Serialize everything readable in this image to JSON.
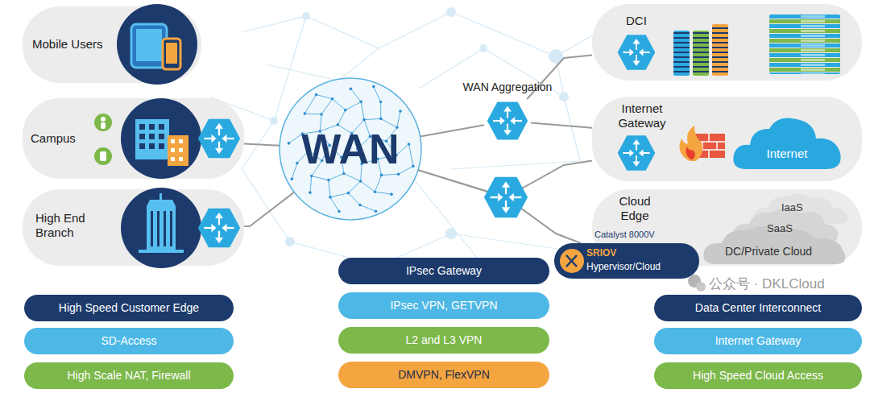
{
  "diagram": {
    "nodes": [
      {
        "text": [
          "Mobile Users"
        ]
      },
      {
        "text": [
          "Campus"
        ]
      },
      {
        "text": [
          "High End Branch"
        ]
      },
      {
        "text": [
          "WAN"
        ]
      },
      {
        "text": [
          "WAN Aggregation"
        ]
      },
      {
        "text": [
          "DCI"
        ]
      },
      {
        "text": [
          "Internet Gateway"
        ]
      },
      {
        "text": [
          "Internet"
        ],
        "in": 6
      },
      {
        "text": [
          "Cloud Edge"
        ]
      },
      {
        "text": [
          "IaaS",
          "SaaS",
          "DC/Private Cloud"
        ],
        "in": 8
      },
      {
        "text": [
          "Catalyst 8000V",
          "SRIOV",
          "Hypervisor/Cloud"
        ]
      },
      {
        "text": [
          "High Speed Customer Edge"
        ]
      },
      {
        "text": [
          "SD-Access"
        ]
      },
      {
        "text": [
          "High Scale NAT, Firewall"
        ]
      },
      {
        "text": [
          "IPsec Gateway"
        ]
      },
      {
        "text": [
          "IPsec VPN, GETVPN"
        ]
      },
      {
        "text": [
          "L2 and L3 VPN"
        ]
      },
      {
        "text": [
          "DMVPN, FlexVPN"
        ]
      },
      {
        "text": [
          "Data Center Interconnect"
        ]
      },
      {
        "text": [
          "Internet Gateway"
        ]
      },
      {
        "text": [
          "High Speed Cloud Access"
        ]
      }
    ],
    "edges": [
      {
        "from": 1,
        "to": 3,
        "arrow": "none"
      },
      {
        "from": 2,
        "to": 3,
        "arrow": "none"
      },
      {
        "from": 3,
        "to": 4,
        "arrow": "none"
      },
      {
        "from": 4,
        "to": 5,
        "arrow": "none"
      },
      {
        "from": 4,
        "to": 6,
        "arrow": "none"
      },
      {
        "from": 3,
        "to": 6,
        "arrow": "none"
      },
      {
        "from": 3,
        "to": 10,
        "arrow": "none"
      }
    ],
    "labels": [
      "公众号 · DKLCloud"
    ]
  }
}
